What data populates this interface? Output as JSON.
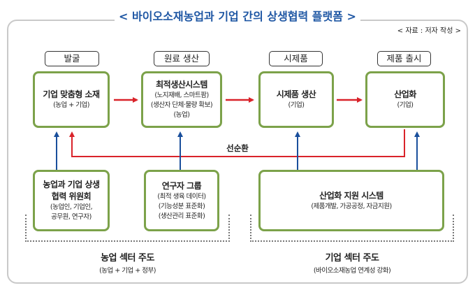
{
  "title": "< 바이오소재농업과 기업 간의 상생협력 플랫폼 >",
  "source": "< 자료 : 저자 작성 >",
  "colors": {
    "title": "#1f57a4",
    "box_border": "#7ca24a",
    "flow_arrow": "#d9232a",
    "support_arrow": "#1a4f9c"
  },
  "stages": [
    {
      "label": "발굴",
      "title": "기업 맞춤형 소재",
      "details": [
        "(농업 + 기업)"
      ]
    },
    {
      "label": "원료 생산",
      "title": "최적생산시스템",
      "details": [
        "(노지재배, 스마트팜)",
        "(생산자 단체·물량 확보)",
        "(농업)"
      ]
    },
    {
      "label": "시제품",
      "title": "시제품 생산",
      "details": [
        "(기업)"
      ]
    },
    {
      "label": "제품 출시",
      "title": "산업화",
      "details": [
        "(기업)"
      ]
    }
  ],
  "feedback_label": "선순환",
  "supports": [
    {
      "title_lines": [
        "농업과 기업 상생",
        "협력 위원회"
      ],
      "details": [
        "(농업인, 기업인,",
        "공무원, 연구자)"
      ]
    },
    {
      "title_lines": [
        "연구자 그룹"
      ],
      "details": [
        "(최적 생육 데이터)",
        "(기능성분 표준화)",
        "(생산관리 표준화)"
      ]
    },
    {
      "title_lines": [
        "산업화 지원 시스템"
      ],
      "details": [
        "(제품개발, 가공공정, 자금지원)"
      ]
    }
  ],
  "sectors": [
    {
      "title": "농업 섹터 주도",
      "sub": "(농업 + 기업 + 정부)"
    },
    {
      "title": "기업 섹터 주도",
      "sub": "(바이오소재농업 연계성 강화)"
    }
  ]
}
